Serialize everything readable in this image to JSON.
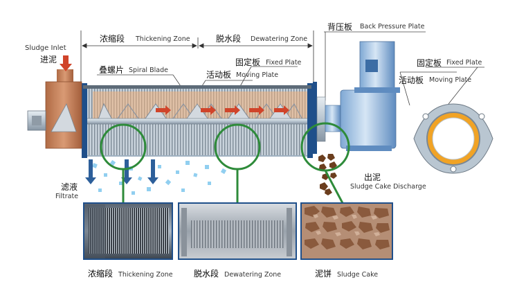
{
  "labels": {
    "sludge_inlet_en": "Sludge Inlet",
    "sludge_inlet_cn": "进泥",
    "thickening_zone_cn": "浓缩段",
    "thickening_zone_en": "Thickening Zone",
    "dewatering_zone_cn": "脱水段",
    "dewatering_zone_en": "Dewatering Zone",
    "spiral_blade_cn": "叠螺片",
    "spiral_blade_en": "Spiral Blade",
    "fixed_plate_cn": "固定板",
    "fixed_plate_en": "Fixed Plate",
    "moving_plate_cn": "活动板",
    "moving_plate_en": "Moving Plate",
    "back_pressure_plate_cn": "背压板",
    "back_pressure_plate_en": "Back Pressure Plate",
    "fixed_plate_right_cn": "固定板",
    "fixed_plate_right_en": "Fixed Plate",
    "moving_plate_right_cn": "活动板",
    "moving_plate_right_en": "Moving Plate",
    "filtrate_cn": "滤液",
    "filtrate_en": "Filtrate",
    "sludge_cake_discharge_cn": "出泥",
    "sludge_cake_discharge_en": "Sludge Cake Discharge"
  },
  "captions": [
    {
      "cn": "浓缩段",
      "en": "Thickening Zone"
    },
    {
      "cn": "脱水段",
      "en": "Dewatering Zone"
    },
    {
      "cn": "泥饼",
      "en": "Sludge Cake"
    }
  ],
  "colors": {
    "frame_blue": "#1f4f8a",
    "body_gray": "#b7c4cf",
    "inlet_brown": "#c98b66",
    "spiral_blade": "#e8b488",
    "flow_arrow": "#d0442a",
    "callout_green": "#2e8b3a",
    "filtrate_blue": "#7ec7ee",
    "sludge_brown": "#6b3e1e",
    "ring_orange": "#f1a325"
  }
}
